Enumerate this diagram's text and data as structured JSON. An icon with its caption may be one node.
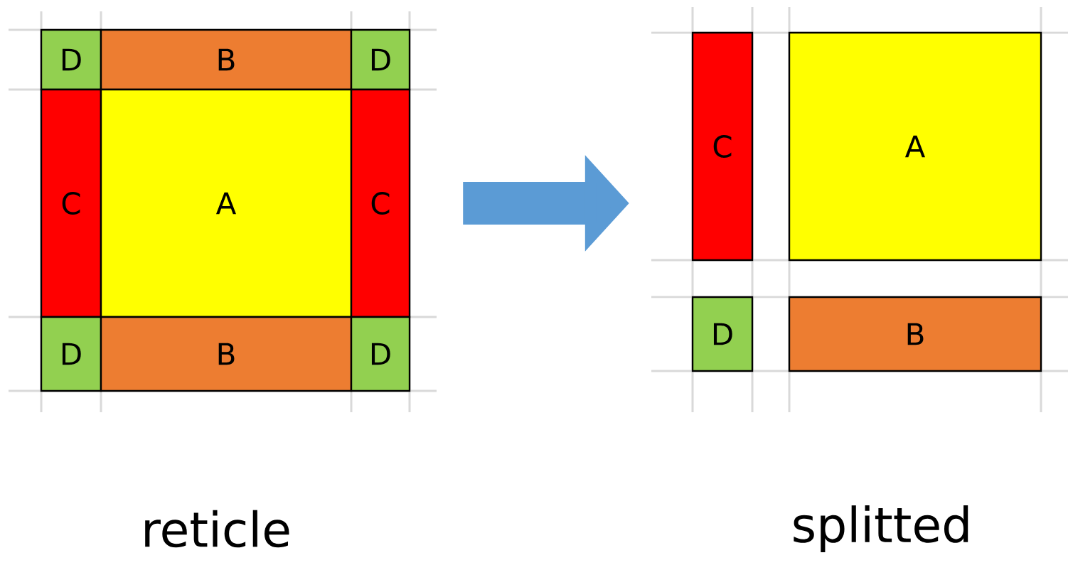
{
  "diagram": {
    "nodes": [
      {
        "text": [
          "D"
        ]
      },
      {
        "text": [
          "B"
        ]
      },
      {
        "text": [
          "D"
        ]
      },
      {
        "text": [
          "C"
        ]
      },
      {
        "text": [
          "A"
        ]
      },
      {
        "text": [
          "C"
        ]
      },
      {
        "text": [
          "D"
        ]
      },
      {
        "text": [
          "B"
        ]
      },
      {
        "text": [
          "D"
        ]
      },
      {
        "text": [
          "C"
        ]
      },
      {
        "text": [
          "A"
        ]
      },
      {
        "text": [
          "D"
        ]
      },
      {
        "text": [
          "B"
        ]
      }
    ],
    "edges": [
      {
        "from": 5,
        "to": 9,
        "arrow": "to"
      }
    ],
    "labels": [
      "reticle",
      "splitted"
    ]
  }
}
